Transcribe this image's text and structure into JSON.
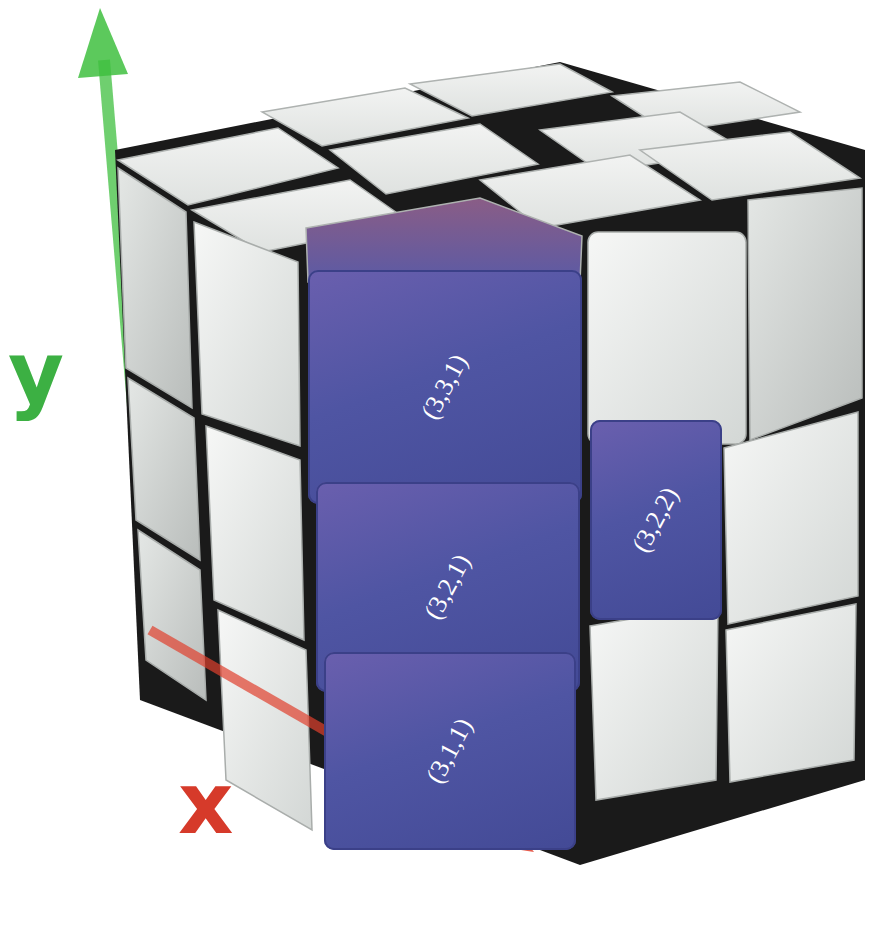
{
  "diagram": {
    "nodes": [
      {
        "text": [
          "(3,3,1)"
        ]
      },
      {
        "text": [
          "(3,2,1)"
        ]
      },
      {
        "text": [
          "(3,2,2)"
        ]
      },
      {
        "text": [
          "(3,1,1)"
        ]
      }
    ],
    "labels": [
      "y",
      "x"
    ]
  }
}
